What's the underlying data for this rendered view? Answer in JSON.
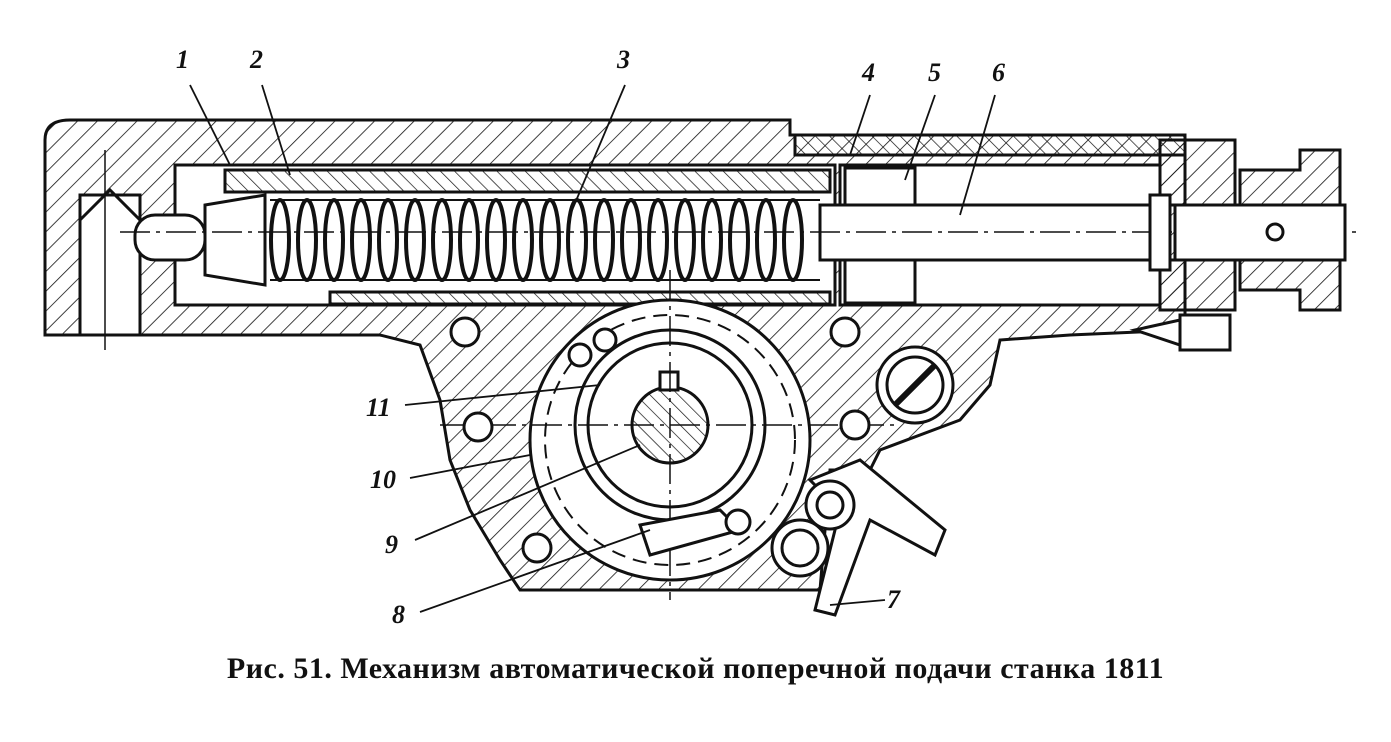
{
  "figure": {
    "caption": "Рис. 51. Механизм автоматической поперечной подачи станка 1811",
    "labels": [
      "1",
      "2",
      "3",
      "4",
      "5",
      "6",
      "7",
      "8",
      "9",
      "10",
      "11"
    ]
  },
  "colors": {
    "ink": "#111111",
    "paper": "#ffffff"
  }
}
